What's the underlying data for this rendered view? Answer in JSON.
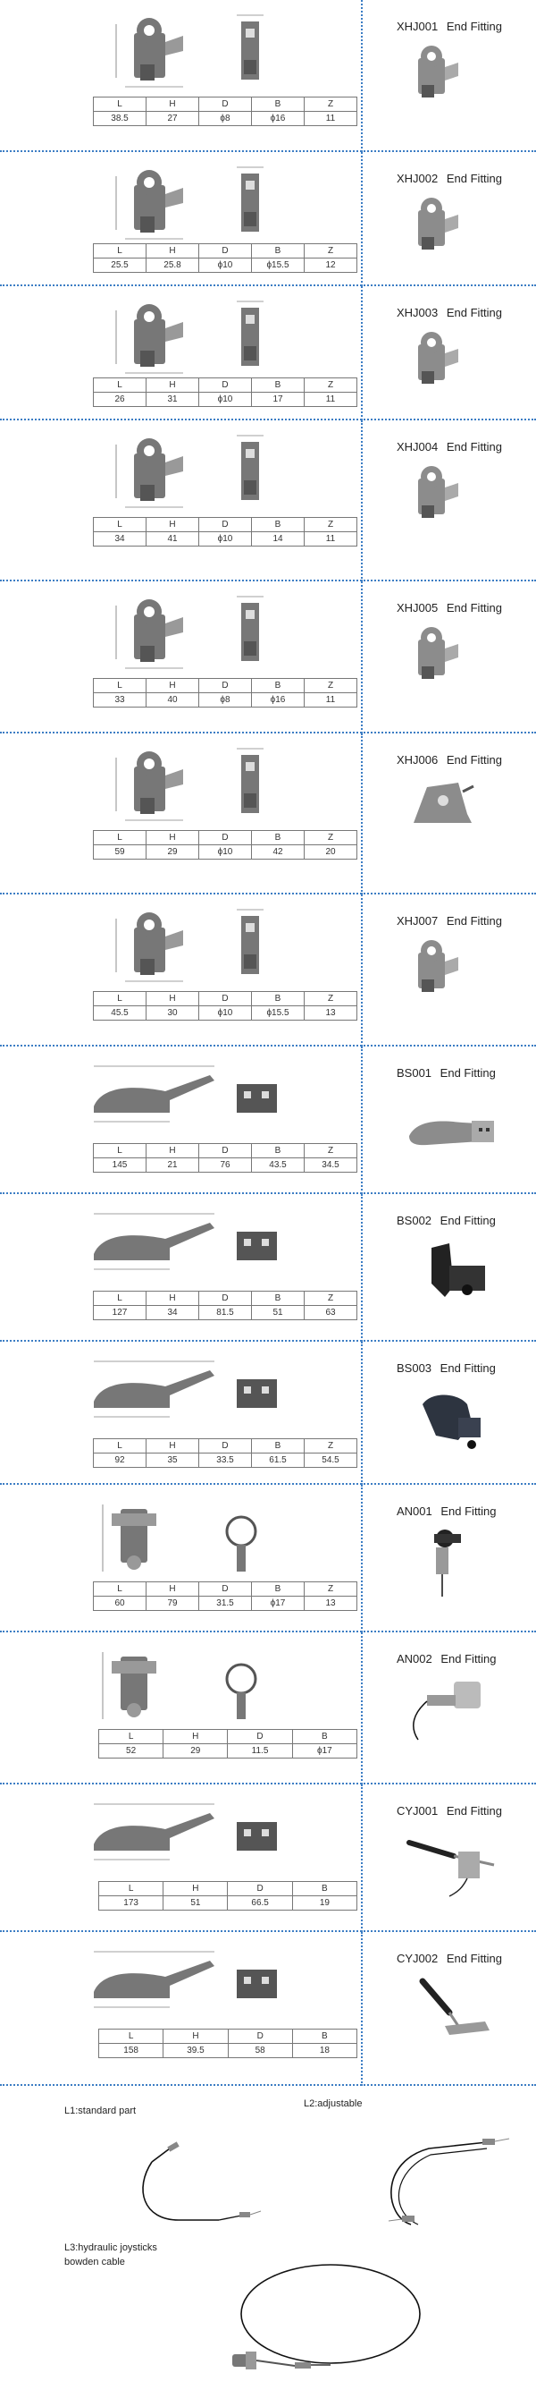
{
  "products": [
    {
      "code": "XHJ001",
      "label": "End Fitting",
      "headers": [
        "L",
        "H",
        "D",
        "B",
        "Z"
      ],
      "values": [
        "38.5",
        "27",
        "ϕ8",
        "ϕ16",
        "11"
      ]
    },
    {
      "code": "XHJ002",
      "label": "End Fitting",
      "headers": [
        "L",
        "H",
        "D",
        "B",
        "Z"
      ],
      "values": [
        "25.5",
        "25.8",
        "ϕ10",
        "ϕ15.5",
        "12"
      ]
    },
    {
      "code": "XHJ003",
      "label": "End Fitting",
      "headers": [
        "L",
        "H",
        "D",
        "B",
        "Z"
      ],
      "values": [
        "26",
        "31",
        "ϕ10",
        "17",
        "11"
      ]
    },
    {
      "code": "XHJ004",
      "label": "End Fitting",
      "headers": [
        "L",
        "H",
        "D",
        "B",
        "Z"
      ],
      "values": [
        "34",
        "41",
        "ϕ10",
        "14",
        "11"
      ]
    },
    {
      "code": "XHJ005",
      "label": "End Fitting",
      "headers": [
        "L",
        "H",
        "D",
        "B",
        "Z"
      ],
      "values": [
        "33",
        "40",
        "ϕ8",
        "ϕ16",
        "11"
      ]
    },
    {
      "code": "XHJ006",
      "label": "End Fitting",
      "headers": [
        "L",
        "H",
        "D",
        "B",
        "Z"
      ],
      "values": [
        "59",
        "29",
        "ϕ10",
        "42",
        "20"
      ]
    },
    {
      "code": "XHJ007",
      "label": "End Fitting",
      "headers": [
        "L",
        "H",
        "D",
        "B",
        "Z"
      ],
      "values": [
        "45.5",
        "30",
        "ϕ10",
        "ϕ15.5",
        "13"
      ]
    },
    {
      "code": "BS001",
      "label": "End Fitting",
      "headers": [
        "L",
        "H",
        "D",
        "B",
        "Z"
      ],
      "values": [
        "145",
        "21",
        "76",
        "43.5",
        "34.5"
      ]
    },
    {
      "code": "BS002",
      "label": "End Fitting",
      "headers": [
        "L",
        "H",
        "D",
        "B",
        "Z"
      ],
      "values": [
        "127",
        "34",
        "81.5",
        "51",
        "63"
      ]
    },
    {
      "code": "BS003",
      "label": "End Fitting",
      "headers": [
        "L",
        "H",
        "D",
        "B",
        "Z"
      ],
      "values": [
        "92",
        "35",
        "33.5",
        "61.5",
        "54.5"
      ]
    },
    {
      "code": "AN001",
      "label": "End Fitting",
      "headers": [
        "L",
        "H",
        "D",
        "B",
        "Z"
      ],
      "values": [
        "60",
        "79",
        "31.5",
        "ϕ17",
        "13"
      ]
    },
    {
      "code": "AN002",
      "label": "End Fitting",
      "headers": [
        "L",
        "H",
        "D",
        "B"
      ],
      "values": [
        "52",
        "29",
        "11.5",
        "ϕ17"
      ]
    },
    {
      "code": "CYJ001",
      "label": "End Fitting",
      "headers": [
        "L",
        "H",
        "D",
        "B"
      ],
      "values": [
        "173",
        "51",
        "66.5",
        "19"
      ]
    },
    {
      "code": "CYJ002",
      "label": "End Fitting",
      "headers": [
        "L",
        "H",
        "D",
        "B"
      ],
      "values": [
        "158",
        "39.5",
        "58",
        "18"
      ]
    }
  ],
  "cables": {
    "l1": "L1:standard part",
    "l2": "L2:adjustable",
    "l3_line1": "L3:hydraulic joysticks",
    "l3_line2": "bowden cable"
  },
  "colors": {
    "separator": "#3c7dc4",
    "part": "#8c8c8c",
    "dark": "#333333"
  }
}
